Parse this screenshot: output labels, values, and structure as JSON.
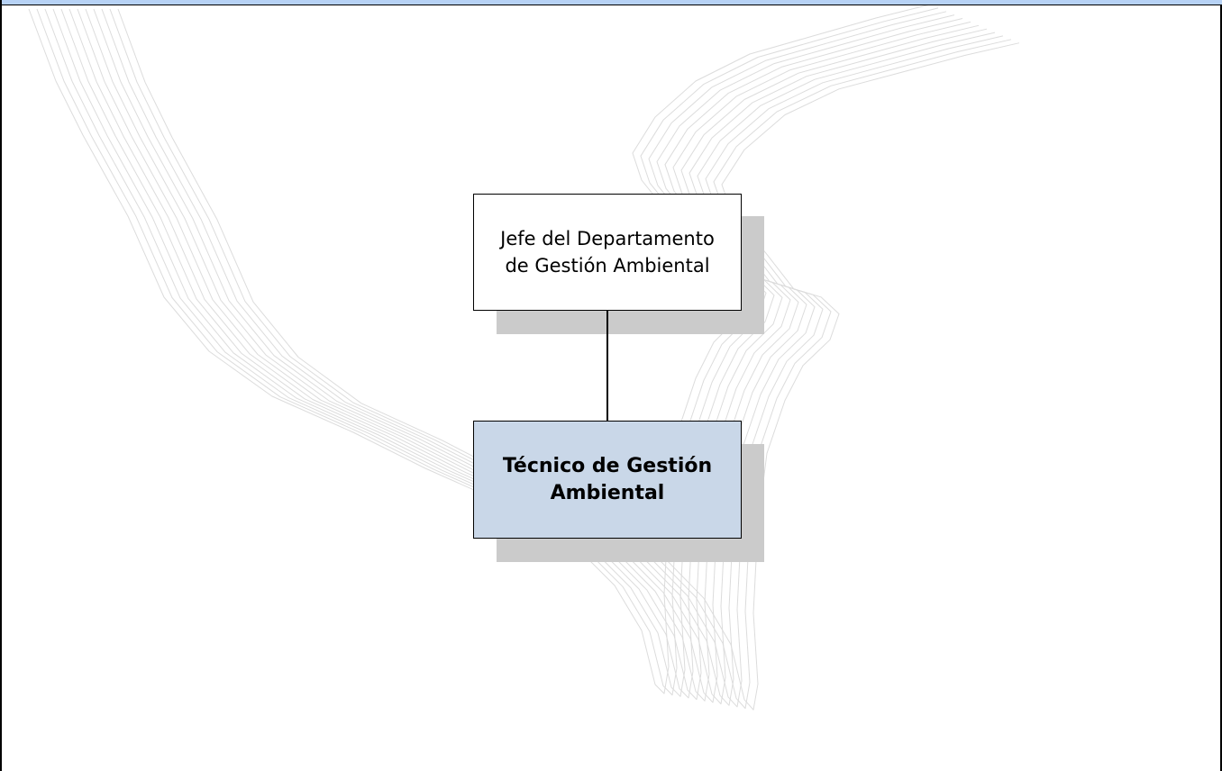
{
  "diagram": {
    "nodes": [
      {
        "id": "jefe",
        "label": "Jefe del Departamento\nde Gestión Ambiental",
        "style": "normal"
      },
      {
        "id": "tecnico",
        "label": "Técnico de Gestión\nAmbiental",
        "style": "highlighted"
      }
    ],
    "edges": [
      {
        "from": "jefe",
        "to": "tecnico"
      }
    ]
  },
  "colors": {
    "top_bar": "#b7d2f5",
    "highlight_fill": "#c9d7e8",
    "shadow": "#cbcbcb",
    "background_lines": "#dcdcdc"
  }
}
